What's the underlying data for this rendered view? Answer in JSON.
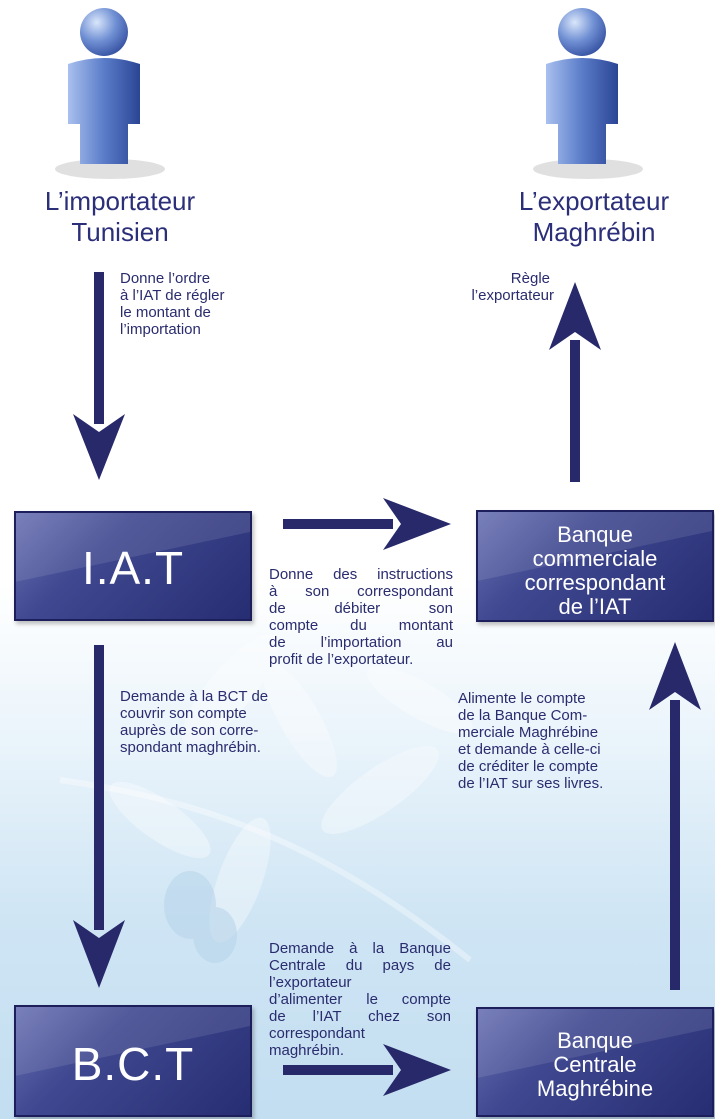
{
  "actors": {
    "importer": {
      "line1": "L’importateur",
      "line2": "Tunisien"
    },
    "exporter": {
      "line1": "L’exportateur",
      "line2": "Maghrébin"
    }
  },
  "boxes": {
    "iat": "I.A.T",
    "bct": "B.C.T",
    "commercial_bank": [
      "Banque",
      "commerciale",
      "correspondant",
      "de l’IAT"
    ],
    "central_bank": [
      "Banque",
      "Centrale",
      "Maghrébine"
    ]
  },
  "steps": {
    "importer_to_iat": [
      "Donne l’ordre",
      "à l’IAT de régler",
      "le montant de",
      "l’importation"
    ],
    "bank_to_exporter": [
      "Règle",
      "l’exportateur"
    ],
    "iat_to_bank": [
      "Donne des instructions",
      "à son correspondant",
      "de débiter son",
      "compte du montant",
      "de l’importation au",
      "profit de l’exportateur."
    ],
    "iat_to_bct": [
      "Demande à la BCT de",
      "couvrir son compte",
      "auprès de son corre-",
      "spondant maghrébin."
    ],
    "central_to_bank": [
      "Alimente le compte",
      "de la Banque Com-",
      "merciale Maghrébine",
      "et demande à celle-ci",
      "de créditer le compte",
      "de l’IAT sur ses livres."
    ],
    "bct_to_central": [
      "Demande à la Banque",
      "Centrale du pays de",
      "l’exportateur",
      "d’alimenter le compte",
      "de l’IAT chez son",
      "correspondant",
      "maghrébin."
    ]
  },
  "colors": {
    "arrow": "#27296b",
    "box_dark": "#272d72",
    "box_light": "#6a72b3",
    "text": "#2a2c6e"
  },
  "icons": {
    "actor": "person-icon",
    "background": "olive-branch-watermark"
  }
}
